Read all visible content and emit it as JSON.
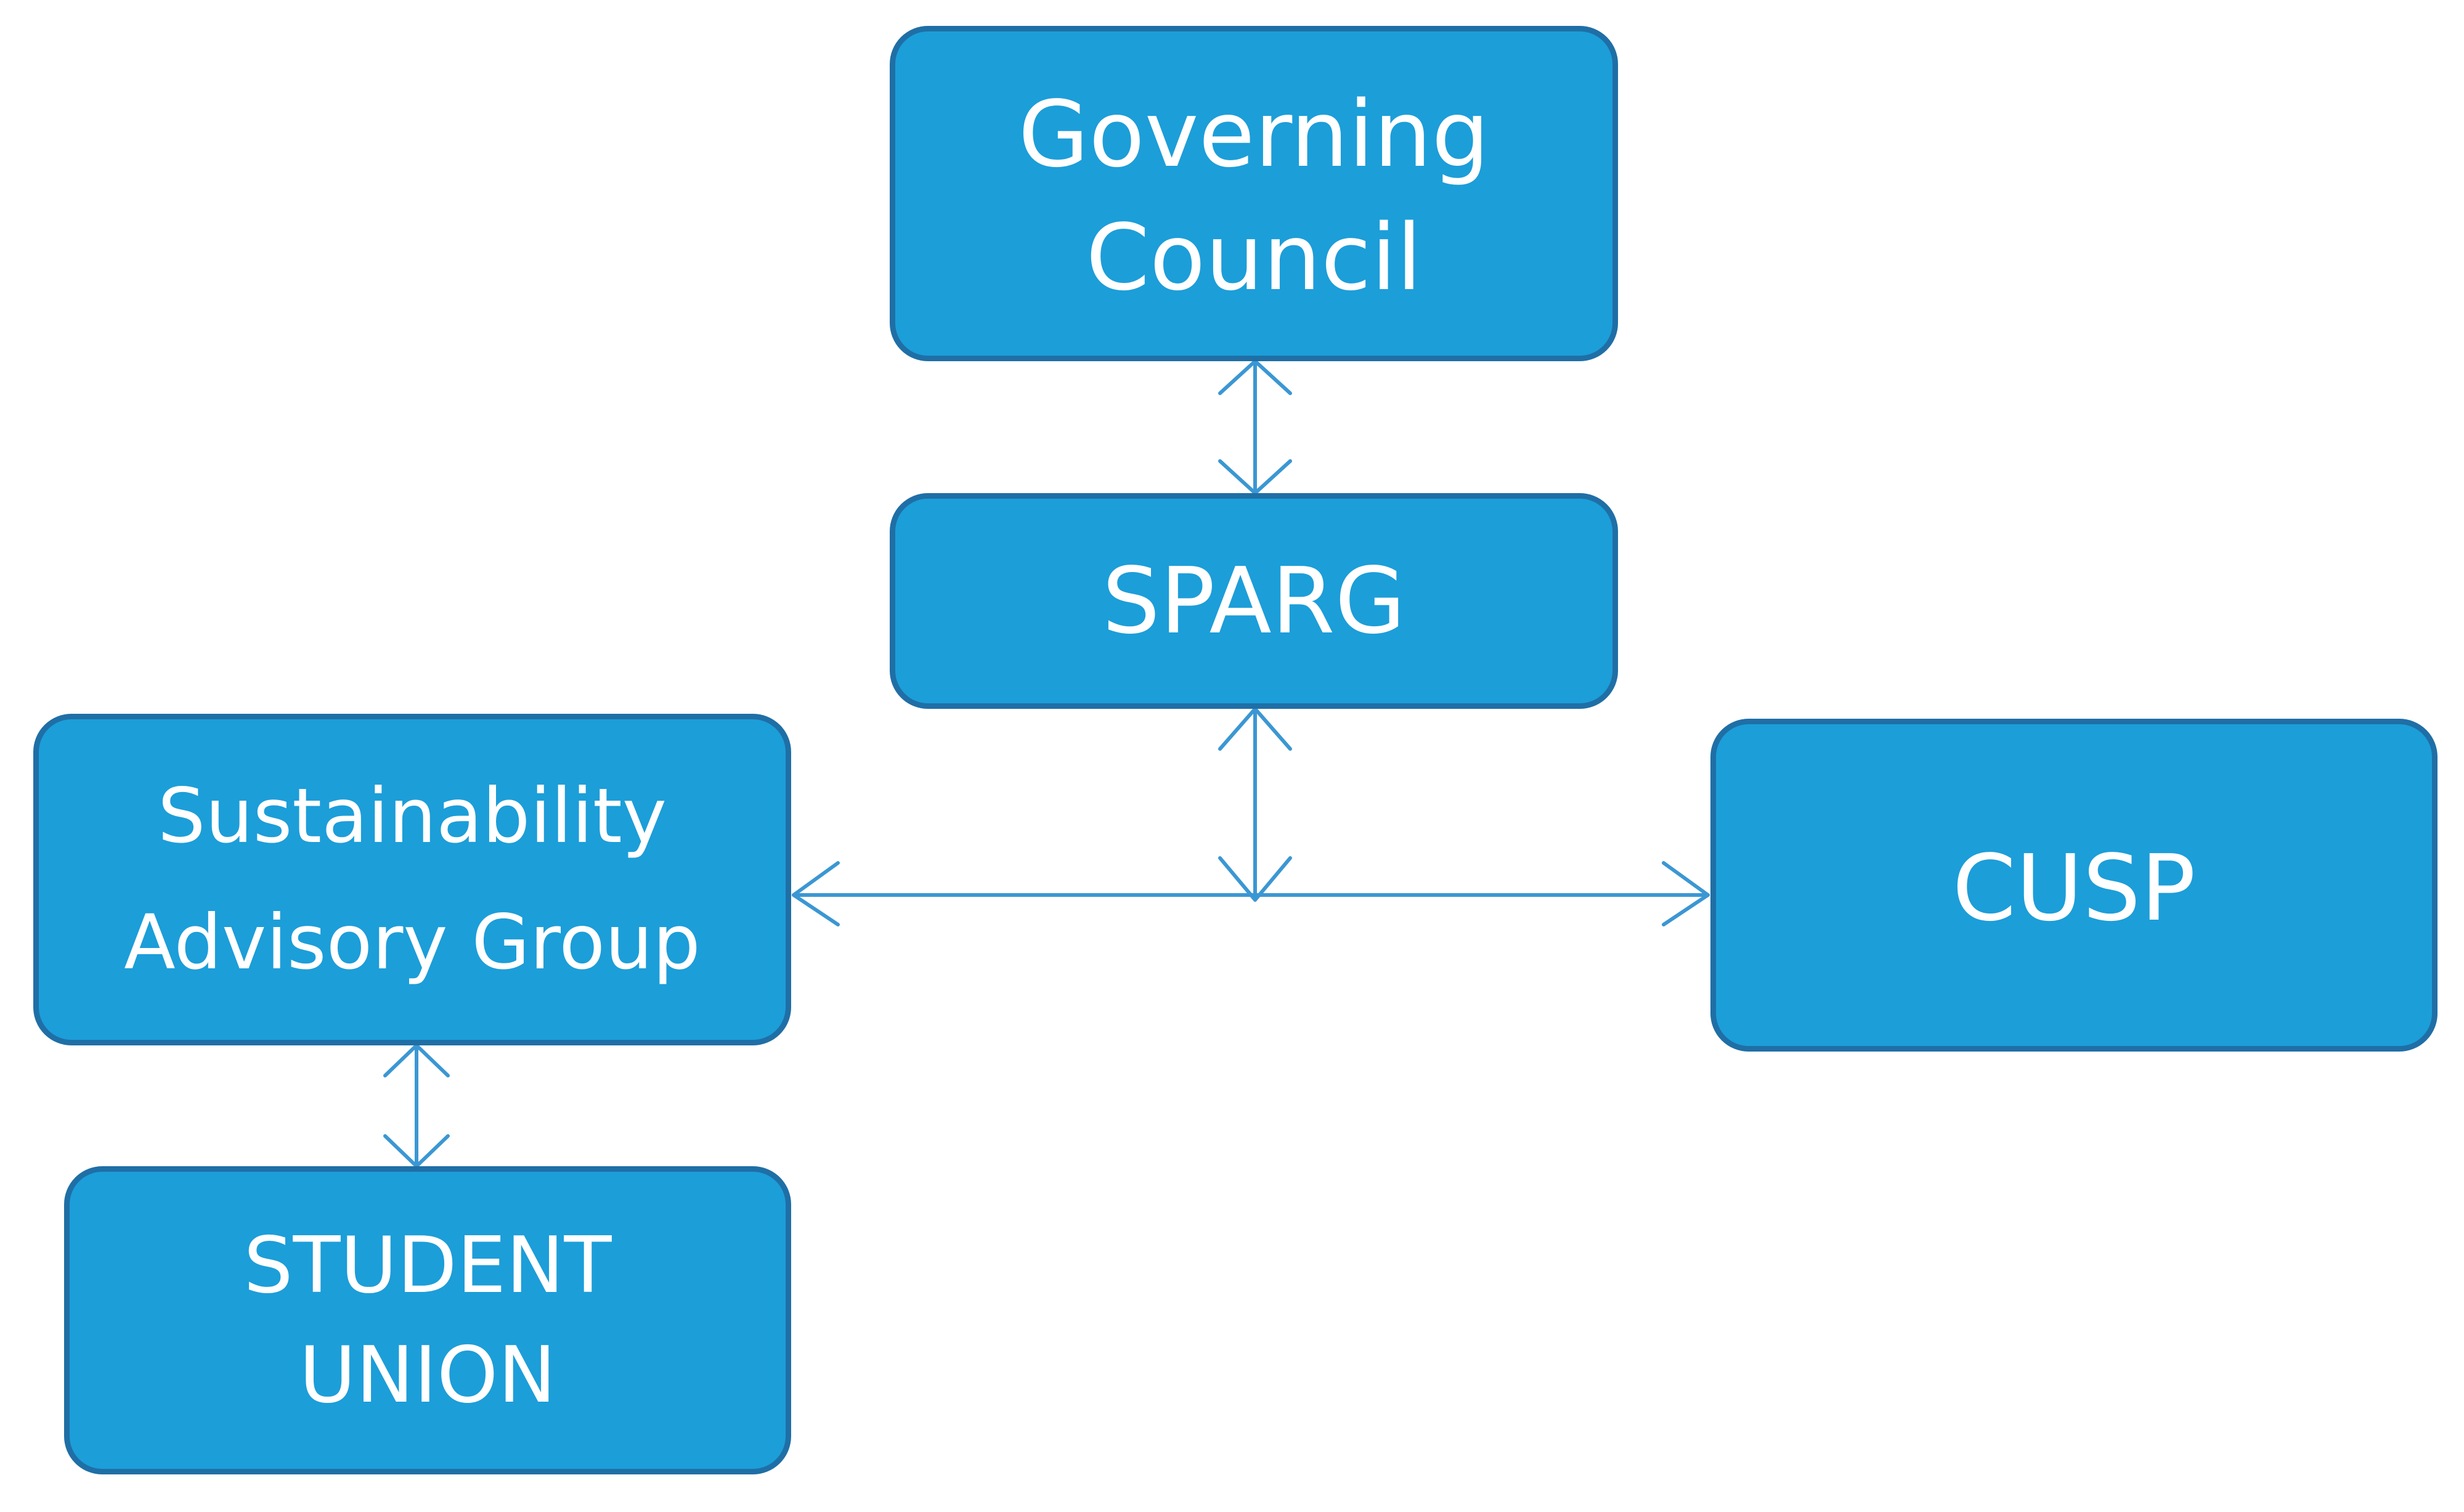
{
  "nodes": {
    "governing_council": {
      "lines": [
        "Governing",
        "Council"
      ]
    },
    "sparg": {
      "lines": [
        "SPARG"
      ]
    },
    "sustainability_advisory_group": {
      "lines": [
        "Sustainability",
        "Advisory Group"
      ]
    },
    "cusp": {
      "lines": [
        "CUSP"
      ]
    },
    "student_union": {
      "lines": [
        "STUDENT",
        "UNION"
      ]
    }
  },
  "edges": [
    {
      "from": "governing_council",
      "to": "sparg",
      "type": "bidirectional"
    },
    {
      "from": "sparg",
      "to": "junction",
      "type": "bidirectional"
    },
    {
      "from": "junction",
      "to": "sustainability_advisory_group",
      "type": "directed"
    },
    {
      "from": "junction",
      "to": "cusp",
      "type": "directed"
    },
    {
      "from": "sustainability_advisory_group",
      "to": "student_union",
      "type": "bidirectional"
    }
  ],
  "colors": {
    "box_fill": "#1c9ed9",
    "box_border": "#1f6fa6",
    "text": "#ffffff",
    "connector": "#3b97d3"
  }
}
